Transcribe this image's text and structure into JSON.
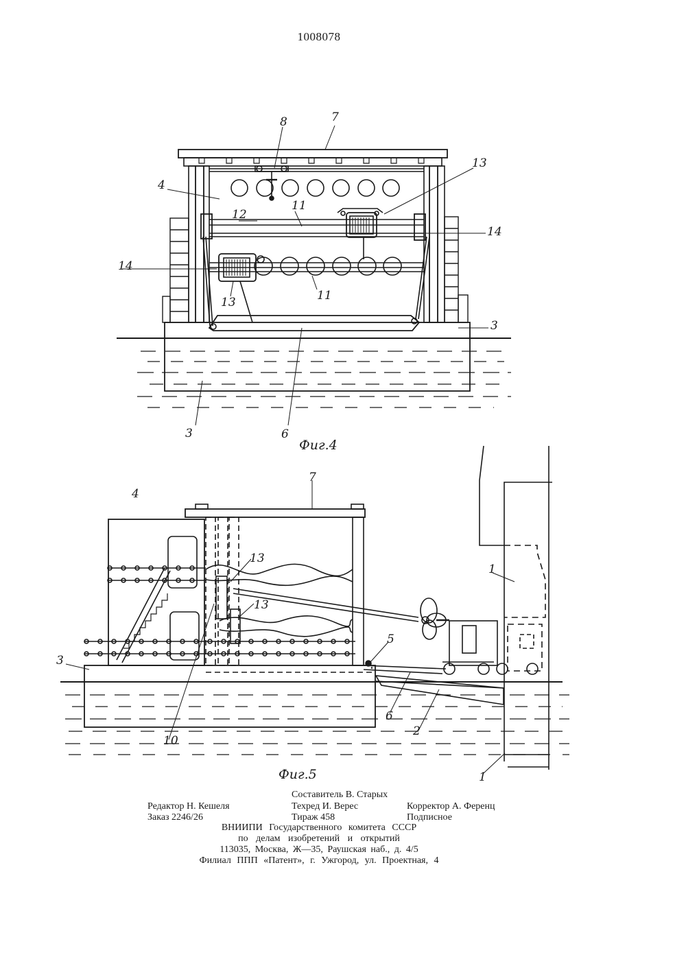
{
  "document": {
    "patent_number": "1008078",
    "figures": {
      "fig4": {
        "caption": "Фиг.4",
        "callouts": {
          "c7": "7",
          "c8": "8",
          "c4": "4",
          "c13a": "13",
          "c12": "12",
          "c11a": "11",
          "c14a": "14",
          "c14b": "14",
          "c13b": "13",
          "c11b": "11",
          "c3a": "3",
          "c3b": "3",
          "c6": "6"
        }
      },
      "fig5": {
        "caption": "Фиг.5",
        "callouts": {
          "c4": "4",
          "c7": "7",
          "c13a": "13",
          "c13b": "13",
          "c1a": "1",
          "c3": "3",
          "c5": "5",
          "c6": "6",
          "c2": "2",
          "c10": "10",
          "c1b": "1"
        }
      }
    },
    "colophon": {
      "compiler": "Составитель В. Старых",
      "editor": "Редактор Н. Кешеля",
      "techred": "Техред И. Верес",
      "corrector": "Корректор А. Ференц",
      "order": "Заказ 2246/26",
      "circulation": "Тираж 458",
      "subscription": "Подписное",
      "publisher_line1": "ВНИИПИ Государственного комитета СССР",
      "publisher_line2": "по делам изобретений и открытий",
      "publisher_address": "113035, Москва, Ж—35, Раушская наб., д. 4/5",
      "branch": "Филиал ППП «Патент», г. Ужгород, ул. Проектная, 4"
    }
  }
}
